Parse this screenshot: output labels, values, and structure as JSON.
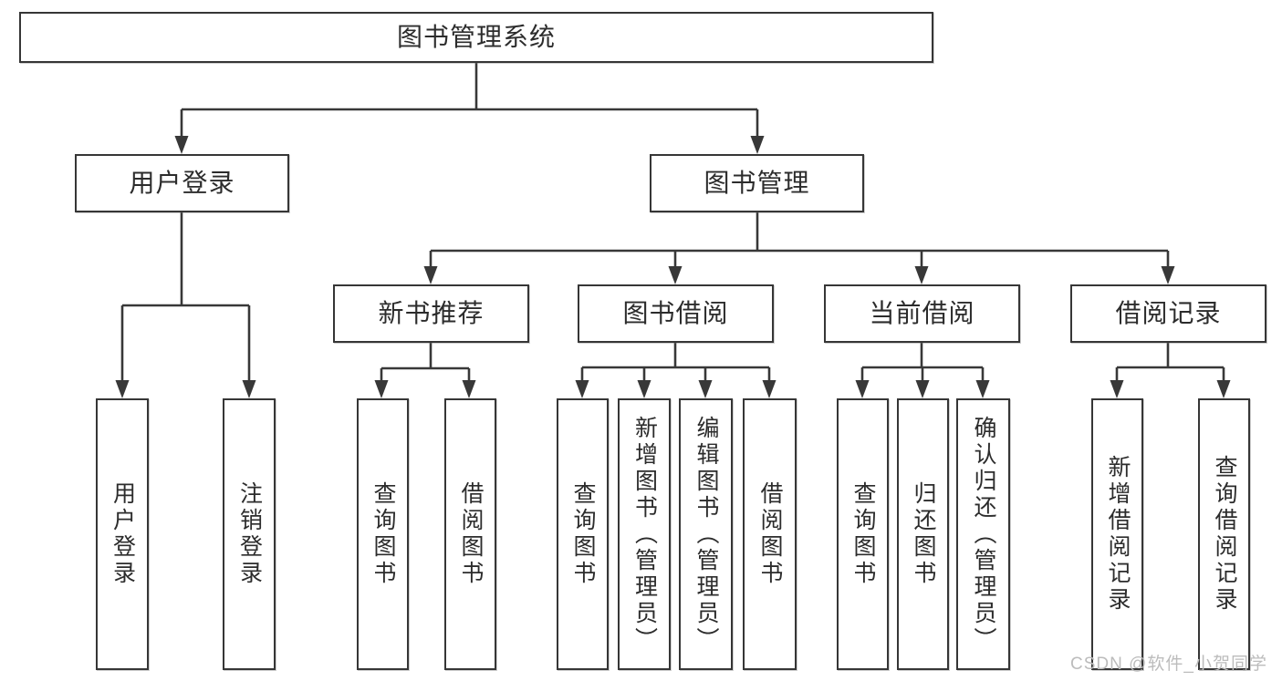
{
  "diagram": {
    "type": "hierarchy-tree",
    "colors": {
      "background": "#ffffff",
      "box_border": "#363636",
      "line": "#383838",
      "text": "#2c2c2c",
      "watermark": "#bcbcbc"
    },
    "watermark": "CSDN @软件_小贺同学",
    "nodes": {
      "root": {
        "label": "图书管理系统"
      },
      "user_login": {
        "label": "用户登录"
      },
      "book_mgmt": {
        "label": "图书管理"
      },
      "leaf_user_login": {
        "label": "用户登录"
      },
      "leaf_logout": {
        "label": "注销登录"
      },
      "new_books": {
        "label": "新书推荐"
      },
      "book_borrow": {
        "label": "图书借阅"
      },
      "current_borrow": {
        "label": "当前借阅"
      },
      "borrow_records": {
        "label": "借阅记录"
      },
      "nb_query": {
        "label": "查询图书"
      },
      "nb_borrow": {
        "label": "借阅图书"
      },
      "bb_query": {
        "label": "查询图书"
      },
      "bb_add_admin": {
        "label": "新增图书（管理员）"
      },
      "bb_edit_admin": {
        "label": "编辑图书（管理员）"
      },
      "bb_borrow": {
        "label": "借阅图书"
      },
      "cb_query": {
        "label": "查询图书"
      },
      "cb_return": {
        "label": "归还图书"
      },
      "cb_confirm_admin": {
        "label": "确认归还（管理员）"
      },
      "rec_add": {
        "label": "新增借阅记录"
      },
      "rec_query": {
        "label": "查询借阅记录"
      }
    }
  }
}
